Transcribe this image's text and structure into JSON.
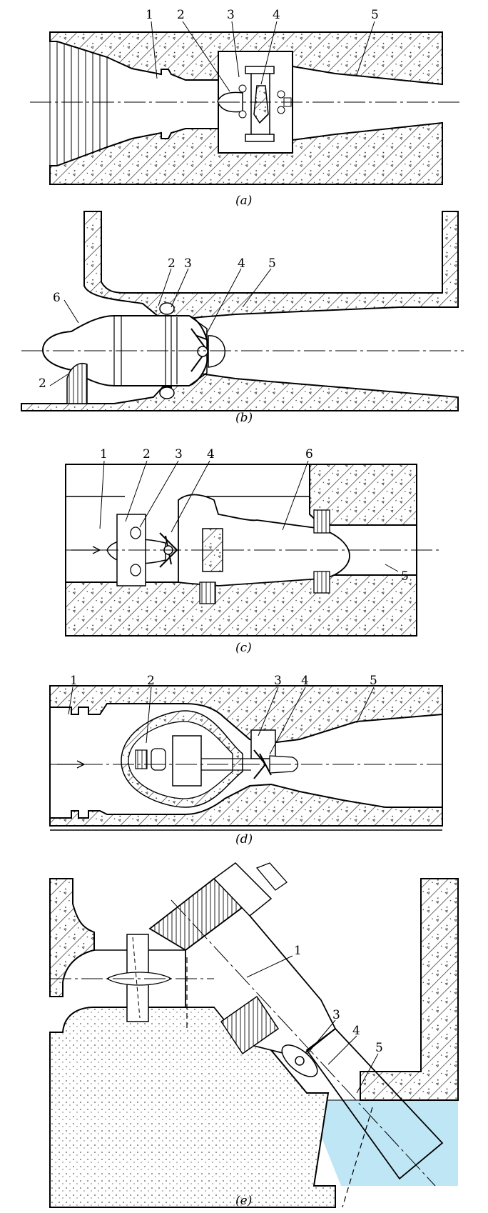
{
  "diagrams": [
    {
      "caption": "(a)",
      "labels": [
        "1",
        "2",
        "3",
        "4",
        "5"
      ]
    },
    {
      "caption": "(b)",
      "labels": [
        "2",
        "3",
        "4",
        "5",
        "6",
        "2"
      ]
    },
    {
      "caption": "(c)",
      "labels": [
        "1",
        "2",
        "3",
        "4",
        "6",
        "5"
      ]
    },
    {
      "caption": "(d)",
      "labels": [
        "1",
        "2",
        "3",
        "4",
        "5"
      ]
    },
    {
      "caption": "(e)",
      "labels": [
        "1",
        "3",
        "4",
        "5"
      ]
    }
  ],
  "colors": {
    "line": "#000000",
    "hatch": "#1a1a1a",
    "water": "#bfe6f5",
    "background": "#ffffff"
  }
}
